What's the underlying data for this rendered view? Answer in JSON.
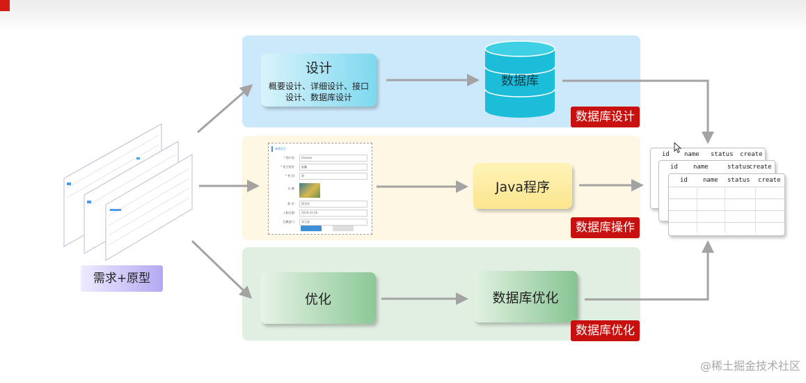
{
  "design": {
    "title": "设计",
    "subtitle": "概要设计、详细设计、接口设计、数据库设计",
    "database": "数据库",
    "tag": "数据库设计"
  },
  "programming": {
    "java": "Java程序",
    "tag": "数据库操作"
  },
  "optimization": {
    "left": "优化",
    "right": "数据库优化",
    "tag": "数据库优化"
  },
  "prototype": {
    "label": "需求+原型"
  },
  "table": {
    "columns": [
      "id",
      "name",
      "status",
      "create"
    ]
  },
  "watermark": "@稀土掘金技术社区",
  "colors": {
    "tag_red": "#c8110f",
    "panel_blue": "#cce9fb",
    "panel_yellow": "#fdf7e3",
    "panel_green": "#e1efe2",
    "cylinder": "#1cbdd8"
  }
}
